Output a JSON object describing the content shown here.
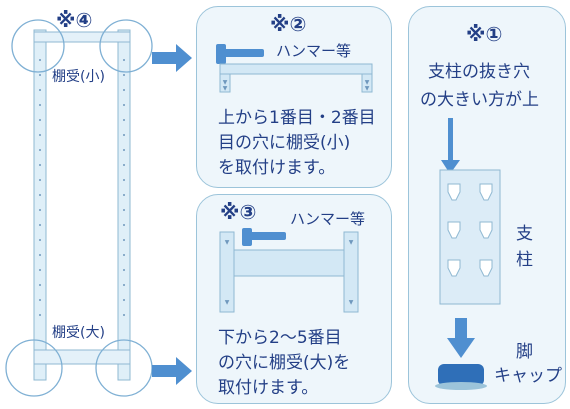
{
  "frame": {
    "note_mark": "※④",
    "shelf_small_label": "棚受(小)",
    "shelf_large_label": "棚受(大)"
  },
  "step_small": {
    "note_mark": "※②",
    "tool_label": "ハンマー等",
    "instruction_lines": [
      "上から1番目・2番目",
      "目の穴に棚受(小)",
      "を取付けます。"
    ]
  },
  "step_large": {
    "note_mark": "※③",
    "tool_label": "ハンマー等",
    "instruction_lines": [
      "下から2～5番目",
      "の穴に棚受(大)を",
      "取付けます。"
    ]
  },
  "post_panel": {
    "note_mark": "※①",
    "caption_lines": [
      "支柱の抜き穴",
      "の大きい方が上"
    ],
    "post_label_lines": [
      "支",
      "柱"
    ],
    "foot_cap_label_lines": [
      "脚",
      "キャップ"
    ]
  },
  "colors": {
    "accent_blue": "#4f8fd0",
    "panel_fill": "#eef6fb",
    "panel_border": "#9cc4da",
    "text": "#233f86"
  }
}
